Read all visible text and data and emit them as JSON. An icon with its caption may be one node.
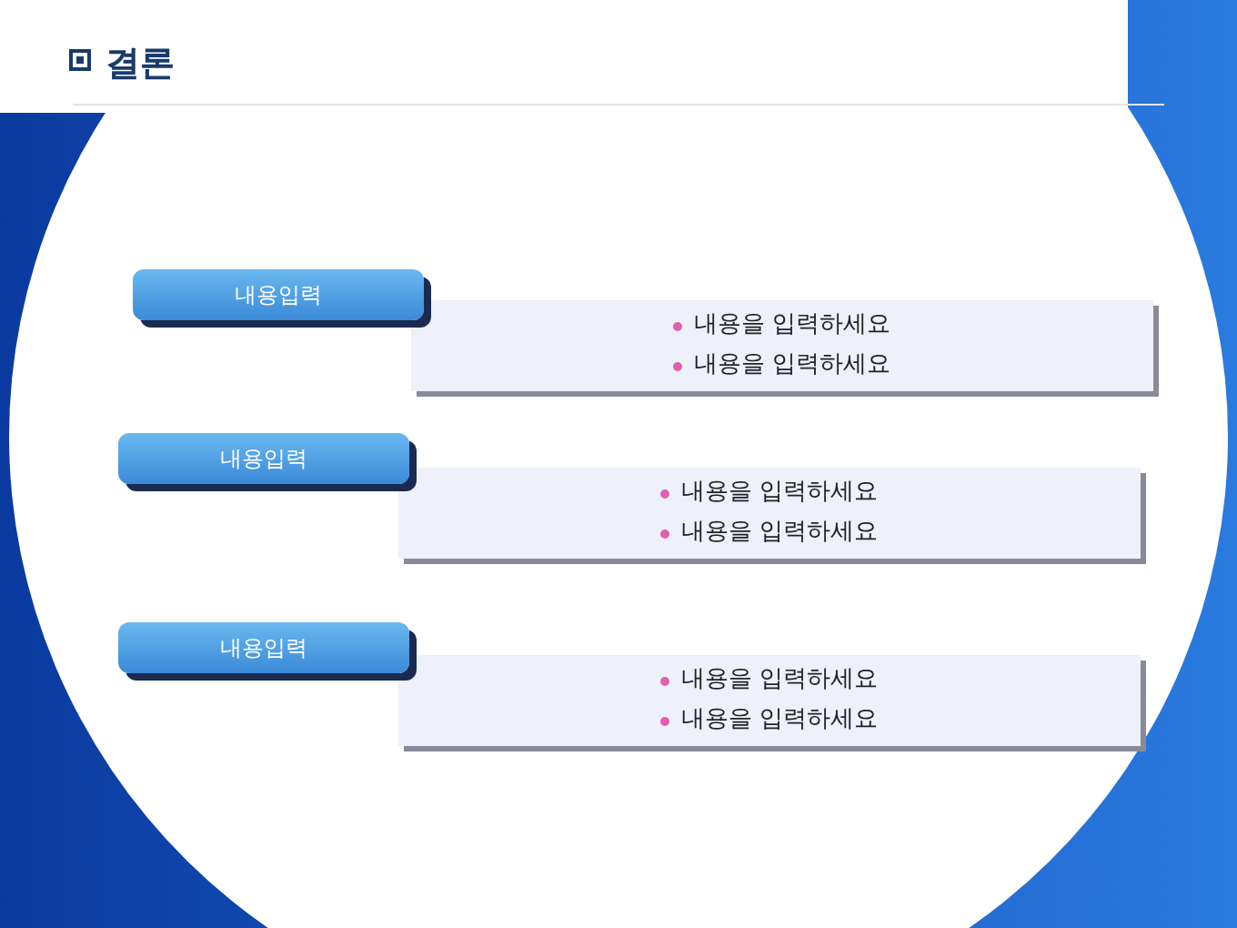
{
  "diagram": {
    "title": "결론",
    "nodes": [
      {
        "text": [
          "내용입력"
        ]
      },
      {
        "text": [
          "내용을 입력하세요",
          "내용을 입력하세요"
        ]
      },
      {
        "text": [
          "내용입력"
        ]
      },
      {
        "text": [
          "내용을 입력하세요",
          "내용을 입력하세요"
        ]
      },
      {
        "text": [
          "내용입력"
        ]
      },
      {
        "text": [
          "내용을 입력하세요",
          "내용을 입력하세요"
        ]
      }
    ]
  }
}
